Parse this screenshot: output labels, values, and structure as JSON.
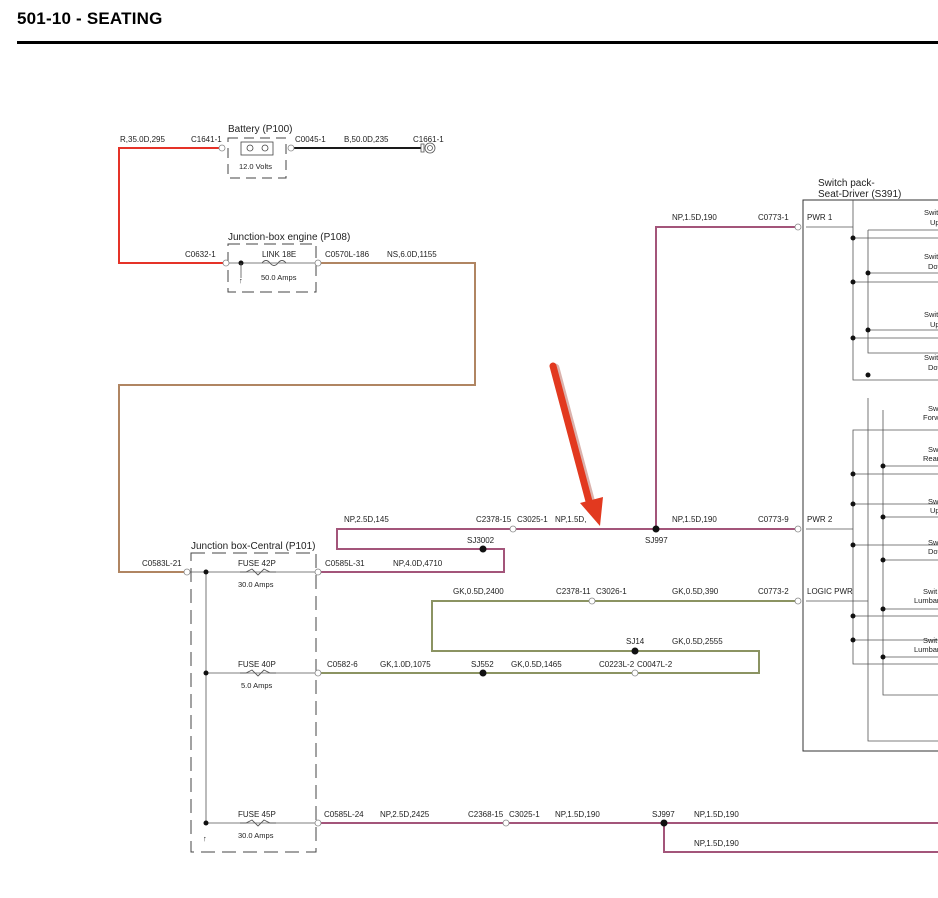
{
  "header": {
    "title": "501-10 - SEATING"
  },
  "colors": {
    "red_wire": "#e53228",
    "brown_wire": "#b08562",
    "np_wire": "#a3557a",
    "gk_wire": "#8b9362",
    "black_wire": "#1a1a1a",
    "arrow": "#e2391f"
  },
  "battery": {
    "title": "Battery (P100)",
    "voltage": "12.0 Volts",
    "left_wire": "R,35.0D,295",
    "left_conn": "C1641-1",
    "right_conn": "C0045-1",
    "right_wire": "B,50.0D,235",
    "ground_conn": "C1661-1"
  },
  "junction_engine": {
    "title": "Junction-box engine (P108)",
    "left_conn": "C0632-1",
    "link": "LINK 18E",
    "rating": "50.0 Amps",
    "right_conn": "C0570L-186",
    "right_wire": "NS,6.0D,1155"
  },
  "junction_central": {
    "title": "Junction box-Central (P101)",
    "left_conn": "C0583L-21",
    "fuse_a": "FUSE 42P",
    "fuse_a_rating": "30.0 Amps",
    "fuse_a_conn": "C0585L-31",
    "fuse_a_wire": "NP,4.0D,4710",
    "fuse_b": "FUSE 40P",
    "fuse_b_rating": "5.0 Amps",
    "fuse_b_conn": "C0582-6",
    "fuse_b_wire": "GK,1.0D,1075",
    "fuse_c": "FUSE 45P",
    "fuse_c_rating": "30.0 Amps",
    "fuse_c_conn": "C0585L-24",
    "fuse_c_wire": "NP,2.5D,2425"
  },
  "splices": {
    "sj3002": "SJ3002",
    "sj997": "SJ997",
    "sj14": "SJ14",
    "sj552": "SJ552",
    "sj997b": "SJ997"
  },
  "wires": {
    "np_upper_left": "NP,2.5D,145",
    "c2378_15": "C2378-15",
    "c3025_1": "C3025-1",
    "np_1_5": "NP,1.5D,",
    "np_top_vertical": "NP,1.5D,190",
    "c0773_1": "C0773-1",
    "np_pwr2": "NP,1.5D,190",
    "c0773_9": "C0773-9",
    "gk_top_left": "GK,0.5D,2400",
    "c2378_11": "C2378-11",
    "c3026_1": "C3026-1",
    "gk_logic": "GK,0.5D,390",
    "c0773_2": "C0773-2",
    "gk_sj14": "GK,0.5D,2555",
    "gk_sj552": "GK,0.5D,1465",
    "c0223l_2": "C0223L-2",
    "c0047l_2": "C0047L-2",
    "c2368_15": "C2368-15",
    "c3025_1b": "C3025-1",
    "np_bottom_1": "NP,1.5D,190",
    "np_bottom_2": "NP,1.5D,190",
    "np_bottom_3": "NP,1.5D,190"
  },
  "switch_pack": {
    "title_line1": "Switch pack-",
    "title_line2": "Seat-Driver (S391)",
    "pins": [
      "PWR 1",
      "PWR 2",
      "LOGIC PWR"
    ],
    "labels": [
      [
        "Swit",
        "Up"
      ],
      [
        "Swit",
        "Dow"
      ],
      [
        "Swit",
        "Up"
      ],
      [
        "Swit",
        "Dow"
      ],
      [
        "Swit",
        "Forw"
      ],
      [
        "Swit",
        "Rear"
      ],
      [
        "Swit",
        "Up"
      ],
      [
        "Swit",
        "Dow"
      ],
      [
        "Swit",
        "Lumbar"
      ],
      [
        "Swit",
        "Lumbar"
      ]
    ]
  }
}
